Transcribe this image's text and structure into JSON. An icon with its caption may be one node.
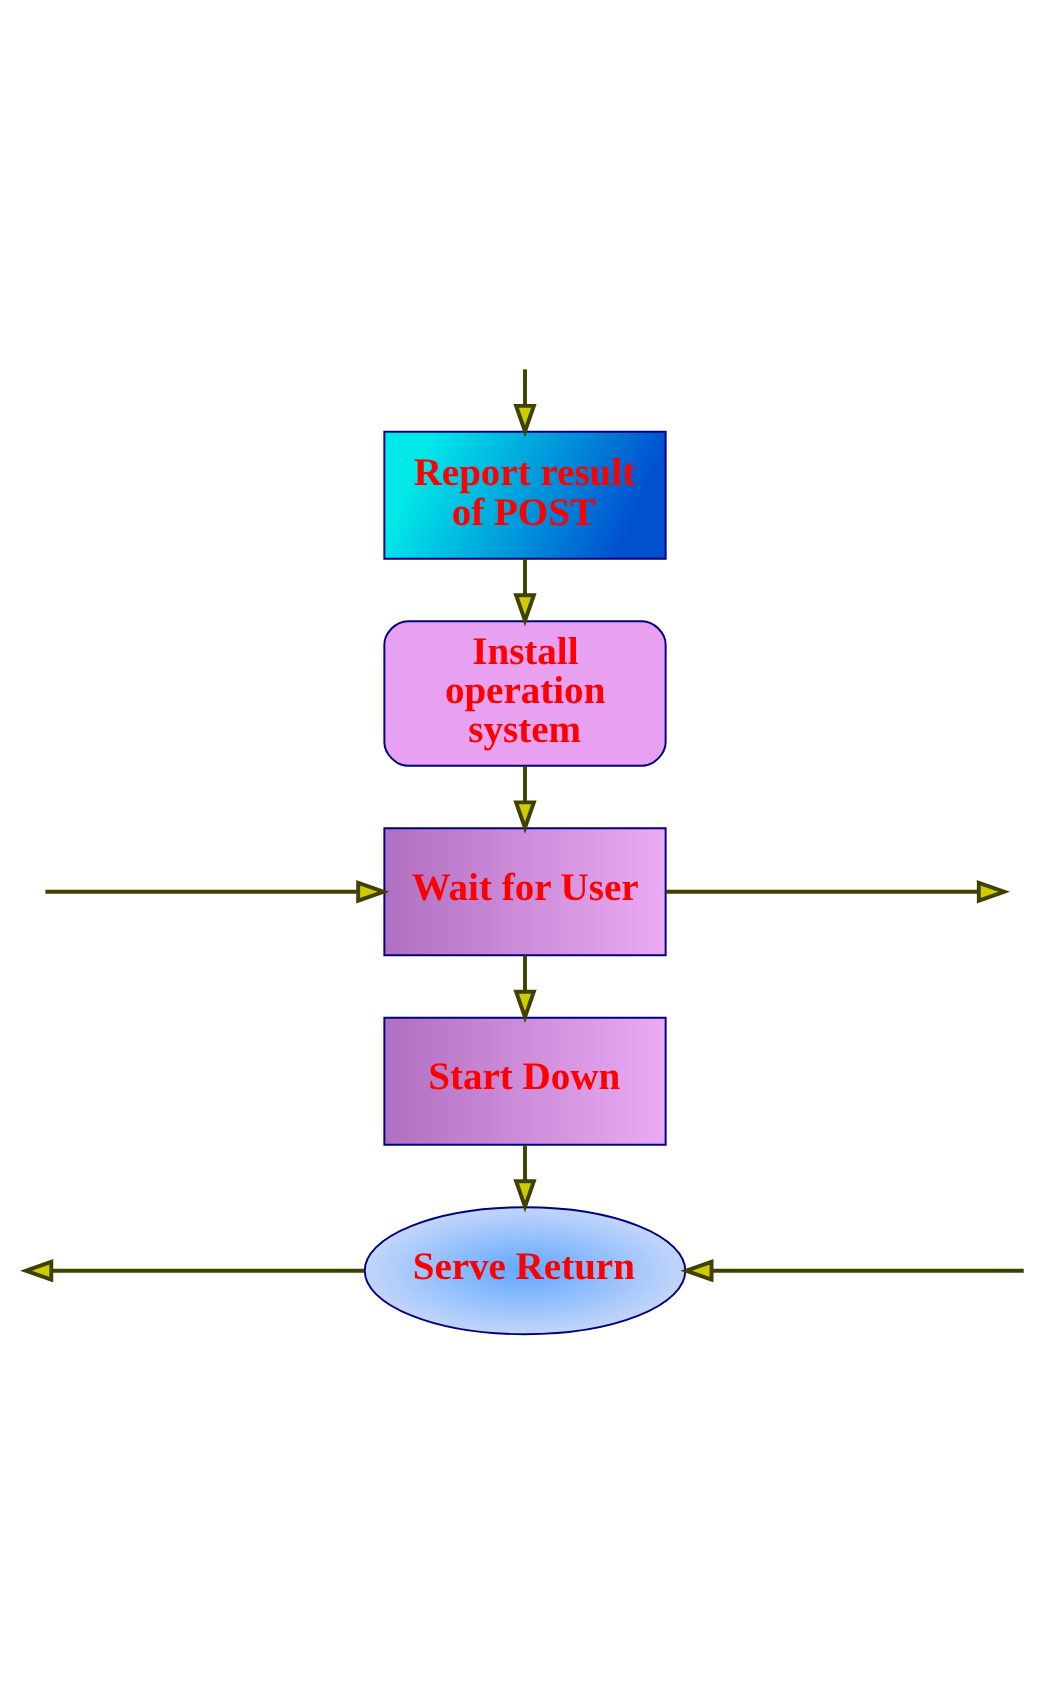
{
  "diagram": {
    "nodes": [
      {
        "text": [
          "Report result of POST"
        ]
      },
      {
        "text": [
          "Install operation system"
        ]
      },
      {
        "text": [
          "Wait for User"
        ]
      },
      {
        "text": [
          "Start Down"
        ]
      },
      {
        "text": [
          "Serve Return"
        ]
      }
    ],
    "edges": [
      {
        "from": null,
        "to": 0,
        "arrow": "to"
      },
      {
        "from": 0,
        "to": 1,
        "arrow": "to"
      },
      {
        "from": 1,
        "to": 2,
        "arrow": "to"
      },
      {
        "from": 2,
        "to": null,
        "arrow": "to"
      },
      {
        "from": null,
        "to": 2,
        "arrow": "to"
      },
      {
        "from": 2,
        "to": 3,
        "arrow": "to"
      },
      {
        "from": 3,
        "to": 4,
        "arrow": "to"
      },
      {
        "from": 4,
        "to": null,
        "arrow": "to"
      },
      {
        "from": null,
        "to": 4,
        "arrow": "to"
      }
    ]
  }
}
